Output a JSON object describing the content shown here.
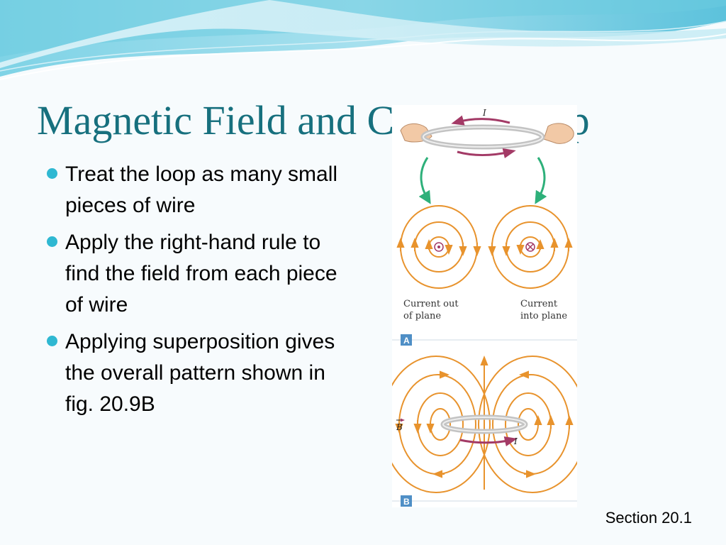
{
  "slide": {
    "title": "Magnetic Field and Current Loop",
    "bullets": [
      "Treat the loop as many small pieces of wire",
      "Apply the right-hand rule to find the field from each piece of wire",
      "Applying superposition gives the overall pattern shown in fig. 20.9B"
    ],
    "footer": "Section 20.1"
  },
  "figure": {
    "current_label": "I",
    "left_caption": [
      "Current out",
      "of plane"
    ],
    "right_caption": [
      "Current",
      "into plane"
    ],
    "panel_a_label": "A",
    "panel_b_label": "B",
    "field_label": "B",
    "bottom_current_label": "I"
  },
  "colors": {
    "title": "#17707e",
    "bullet": "#2fb8d2",
    "field_lines": "#e8932d",
    "current_arrow": "#a33a66",
    "transfer_arrow": "#2eb07a",
    "panel_label": "#4f8fc6"
  },
  "icons": {
    "bullet": "filled-circle",
    "left_wire": "dot-in-circle",
    "right_wire": "x-in-circle"
  }
}
